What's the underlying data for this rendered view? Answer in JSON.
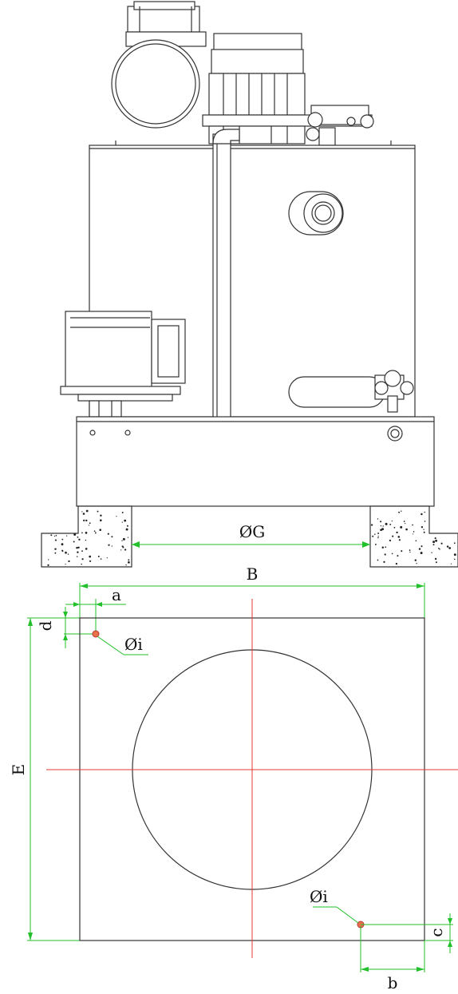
{
  "labels": {
    "foundation_diameter": "ØG",
    "width": "B",
    "length": "E",
    "offset_a": "a",
    "offset_b": "b",
    "offset_c": "c",
    "offset_d": "d",
    "bolt_hole_top": "Øi",
    "bolt_hole_bottom": "Øi"
  },
  "colors": {
    "outline": "#333333",
    "dimension": "#22c02a",
    "centerline": "#e53935",
    "bolt_hole": "#e53935"
  }
}
